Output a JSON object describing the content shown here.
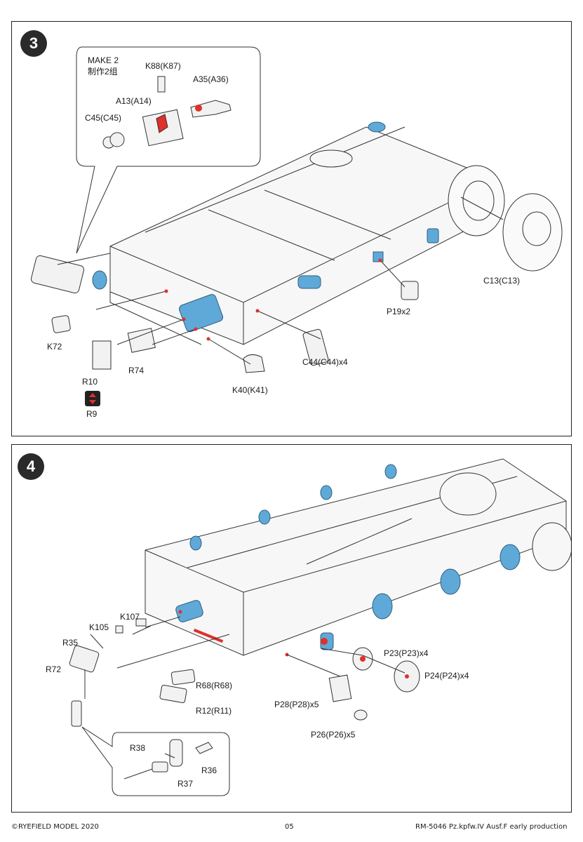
{
  "step3": {
    "number": "3",
    "callout": {
      "make_label": "MAKE 2",
      "make_label_cn": "制作2组",
      "parts": [
        "K88(K87)",
        "A35(A36)",
        "A13(A14)",
        "C45(C45)"
      ]
    },
    "labels": {
      "c13": "C13(C13)",
      "p19": "P19x2",
      "k72": "K72",
      "r74": "R74",
      "r10": "R10",
      "r9": "R9",
      "c44": "C44(C44)x4",
      "k40": "K40(K41)"
    }
  },
  "step4": {
    "number": "4",
    "labels": {
      "k107": "K107",
      "k105": "K105",
      "r35": "R35",
      "r72": "R72",
      "r68": "R68(R68)",
      "r12": "R12(R11)",
      "p23": "P23(P23)x4",
      "p24": "P24(P24)x4",
      "p28": "P28(P28)x5",
      "p26": "P26(P26)x5"
    },
    "callout": {
      "parts": [
        "R38",
        "R36",
        "R37"
      ]
    }
  },
  "footer": {
    "copyright": "©RYEFIELD MODEL 2020",
    "page": "05",
    "product": "RM-5046  Pz.kpfw.IV Ausf.F early production"
  },
  "colors": {
    "highlight_blue": "#5fa9d8",
    "highlight_red": "#e0302a",
    "line": "#333333"
  }
}
